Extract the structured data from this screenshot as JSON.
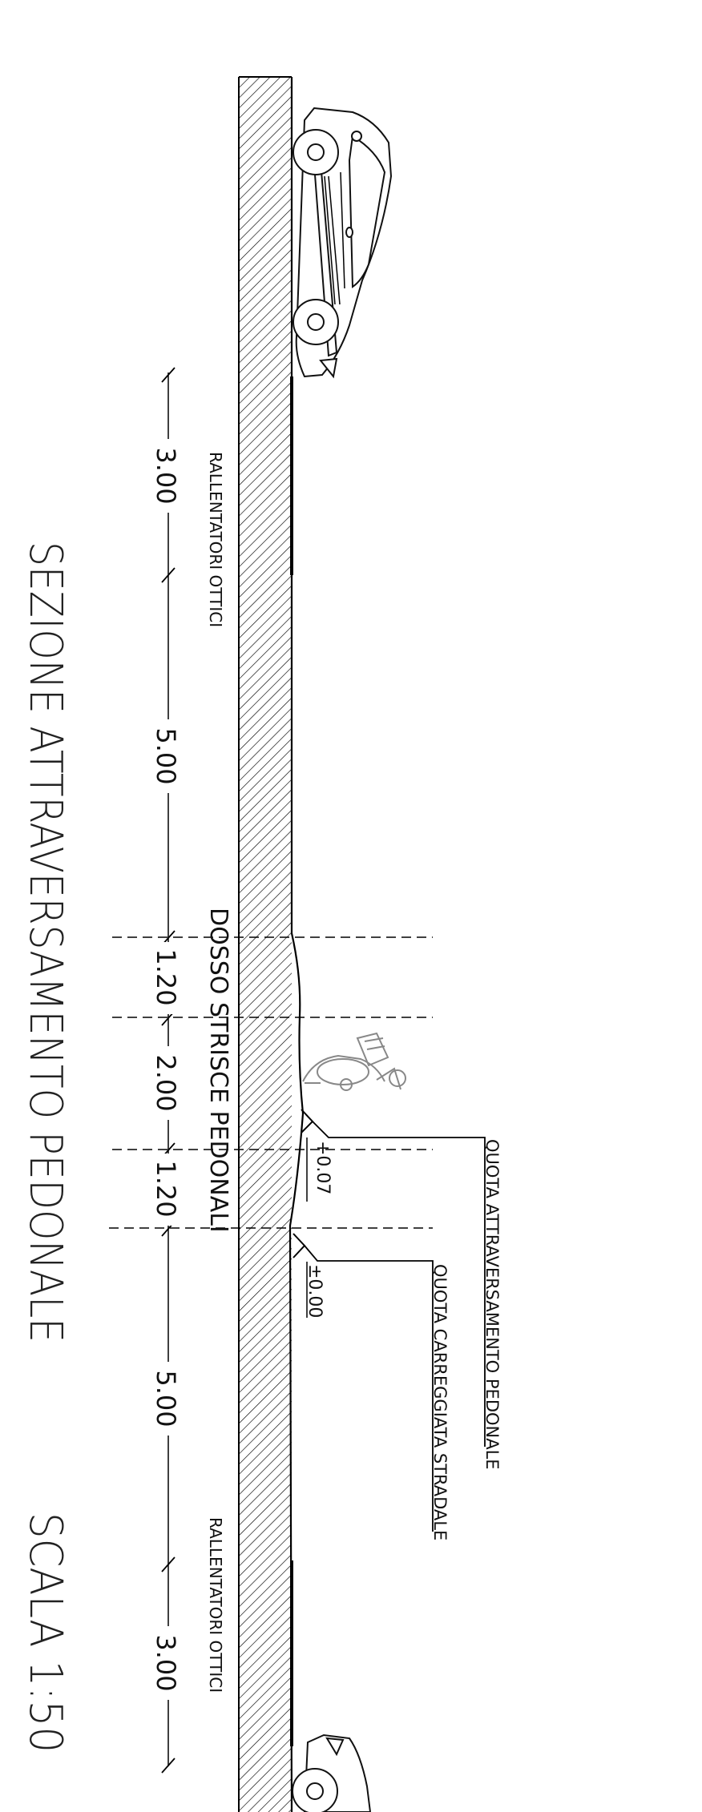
{
  "title": "SEZIONE ATTRAVERSAMENTO PEDONALE",
  "scale": "SCALA 1:50",
  "labels": {
    "optical_slowdowns_top": "RALLENTATORI OTTICI",
    "optical_slowdowns_bottom": "RALLENTATORI OTTICI",
    "speed_bump": "DOSSO STRISCE PEDONALI",
    "crossing_level": "QUOTA ATTRAVERSAMENTO PEDONALE",
    "road_level": "QUOTA CARREGGIATA STRADALE"
  },
  "levels": {
    "crossing": "+0.07",
    "road": "±0.00"
  },
  "dimensions": [
    "3.00",
    "5.00",
    "1.20",
    "2.00",
    "1.20",
    "5.00",
    "3.00"
  ],
  "colors": {
    "line": "#000000",
    "pedestrian_figure": "#888888"
  },
  "icons": [
    "car-icon",
    "pedestrian-with-cart-icon",
    "level-marker-icon"
  ]
}
